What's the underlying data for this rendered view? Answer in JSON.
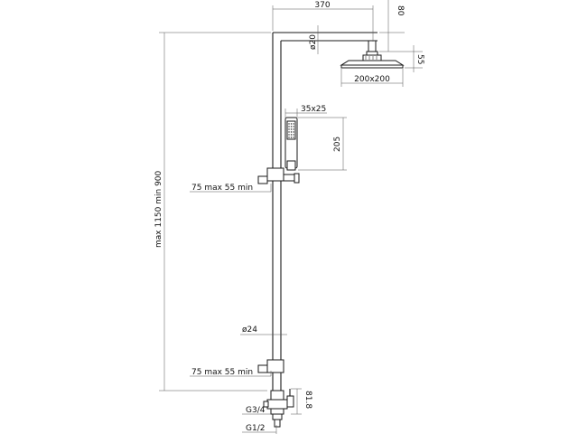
{
  "dimensions": {
    "arm_length": "370",
    "top_height": "80",
    "arm_diameter": "ø20",
    "head_height": "55",
    "head_size": "200x200",
    "handset_size": "35x25",
    "handset_length": "205",
    "upper_holder": "75 max 55 min",
    "overall_height": "max 1150 min 900",
    "riser_diameter": "ø24",
    "lower_holder": "75 max 55 min",
    "valve_height": "81.8",
    "outlet_thread": "G3/4",
    "inlet_thread": "G1/2"
  }
}
